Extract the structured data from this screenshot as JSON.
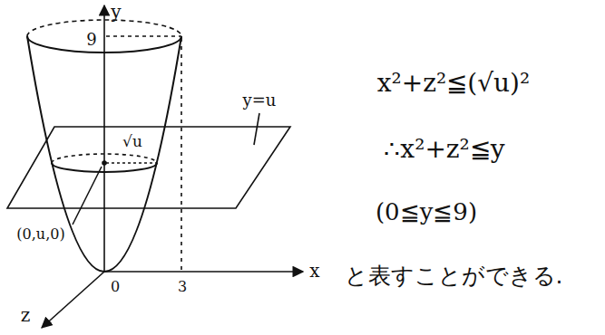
{
  "diagram": {
    "labels": [
      "y",
      "9",
      "y=u",
      "√u",
      "(0,u,0)",
      "0",
      "3",
      "x",
      "z",
      "x²+z²≦(√u)²",
      "∴x²+z²≦y",
      "(0≦y≦9)",
      "と表すことができる."
    ]
  }
}
